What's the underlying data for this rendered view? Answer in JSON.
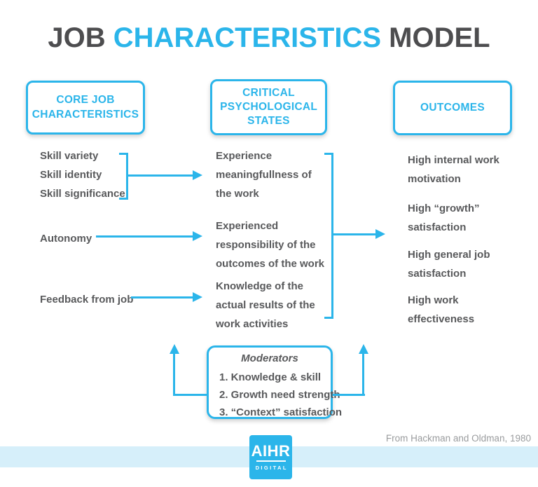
{
  "title": {
    "part1": "JOB",
    "part2": "CHARACTERISTICS",
    "part3": "MODEL"
  },
  "headers": {
    "core": "CORE JOB CHARACTERISTICS",
    "states": "CRITICAL PSYCHOLOGICAL STATES",
    "outcomes": "OUTCOMES"
  },
  "core_characteristics": {
    "skill_group": [
      "Skill variety",
      "Skill identity",
      "Skill significance"
    ],
    "autonomy": "Autonomy",
    "feedback": "Feedback from job"
  },
  "psychological_states": {
    "s1": [
      "Experience",
      "meaningfullness of",
      "the work"
    ],
    "s2": [
      "Experienced",
      "responsibility of the",
      "outcomes of the work"
    ],
    "s3": [
      "Knowledge of the",
      "actual results of the",
      "work activities"
    ]
  },
  "outcomes": {
    "o1": [
      "High internal work",
      "motivation"
    ],
    "o2": [
      "High “growth”",
      "satisfaction"
    ],
    "o3": [
      "High general job",
      "satisfaction"
    ],
    "o4": [
      "High work",
      "effectiveness"
    ]
  },
  "moderators": {
    "title": "Moderators",
    "items": [
      "1. Knowledge & skill",
      "2. Growth need strength",
      "3. “Context” satisfaction"
    ]
  },
  "footer": {
    "source": "From Hackman and Oldman, 1980",
    "logo_line1": "AIHR",
    "logo_line2": "DIGITAL"
  },
  "colors": {
    "accent": "#2BB5EA",
    "strip": "#D6EFFA",
    "body_text": "#58595B",
    "title_dark": "#4D4D4F",
    "source_text": "#9A9C9E"
  }
}
